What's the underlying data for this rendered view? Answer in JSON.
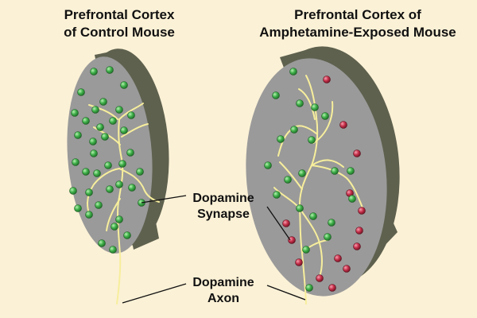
{
  "titles": {
    "left": [
      "Prefrontal Cortex",
      "of Control Mouse"
    ],
    "right": [
      "Prefrontal Cortex of",
      "Amphetamine-Exposed Mouse"
    ]
  },
  "labels": {
    "synapse": [
      "Dopamine",
      "Synapse"
    ],
    "axon": [
      "Dopamine",
      "Axon"
    ]
  },
  "colors": {
    "background": "#fbf1d6",
    "slab_face": "#9a9a9a",
    "slab_edge": "#5e614e",
    "axon": "#f7ee9c",
    "synapse_healthy": "#3fb04a",
    "synapse_altered": "#c6304a",
    "pointer": "#111111"
  },
  "legend": {
    "healthy": "green",
    "altered": "red"
  }
}
